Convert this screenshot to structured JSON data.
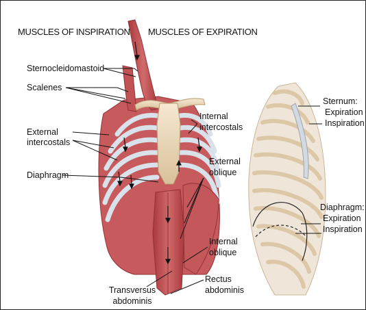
{
  "headings": {
    "inspiration": "MUSCLES OF INSPIRATION",
    "expiration": "MUSCLES OF EXPIRATION"
  },
  "labels": {
    "sternocleidomastoid": "Sternocleidomastoid",
    "scalenes": "Scalenes",
    "external_intercostals": [
      "External",
      "intercostals"
    ],
    "diaphragm": "Diaphragm",
    "internal_intercostals": [
      "Internal",
      "intercostals"
    ],
    "external_oblique": [
      "External",
      "oblique"
    ],
    "internal_oblique": [
      "Internal",
      "oblique"
    ],
    "transversus_abdominis": [
      "Transversus",
      "abdominis"
    ],
    "rectus_abdominis": [
      "Rectus",
      "abdominis"
    ]
  },
  "side_view": {
    "sternum": {
      "title": "Sternum:",
      "expiration": "Expiration",
      "inspiration": "Inspiration"
    },
    "diaphragm": {
      "title": "Diaphragm:",
      "expiration": "Expiration",
      "inspiration": "Inspiration"
    }
  },
  "colors": {
    "muscle": "#c8595a",
    "muscle_dark": "#8e3236",
    "bone": "#eddcc0",
    "bone_edge": "#b89a72",
    "cartilage": "#d9e2ea",
    "line": "#111111",
    "border": "#222222"
  }
}
